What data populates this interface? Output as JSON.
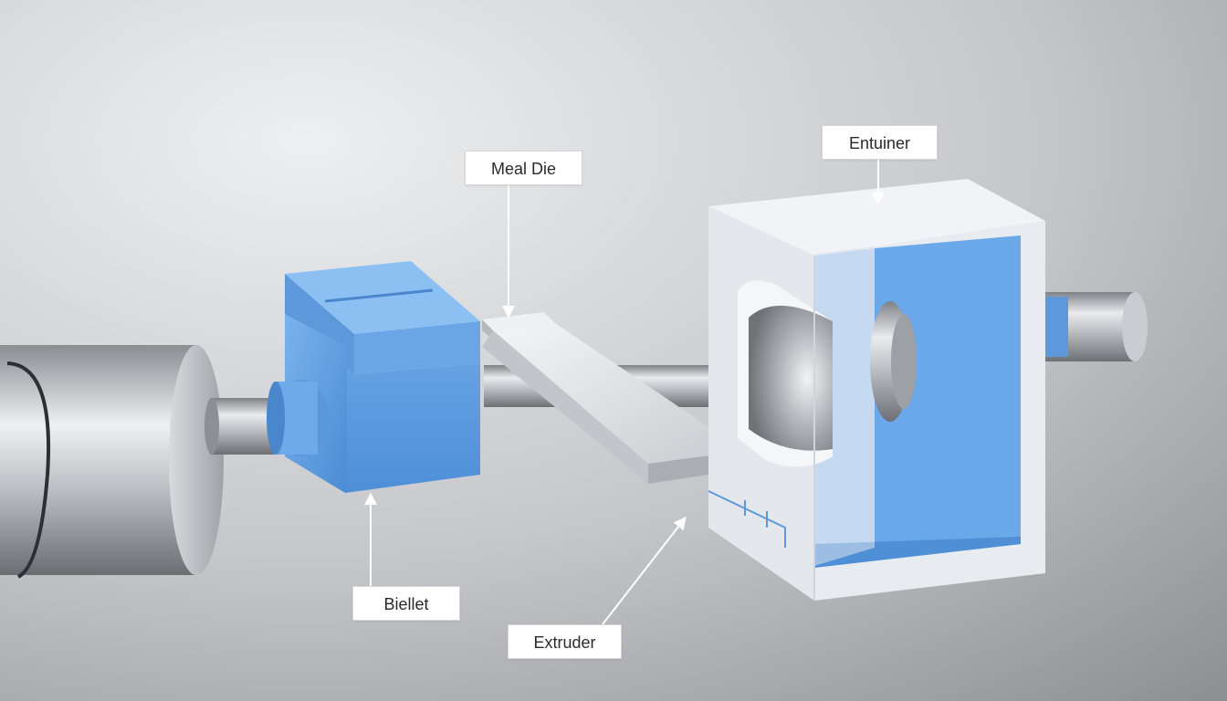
{
  "labels": {
    "meal_die": "Meal Die",
    "entuiner": "Entuiner",
    "biellet": "Biellet",
    "extruder": "Extruder"
  },
  "colors": {
    "background_light": "#e6e7e9",
    "background_dark": "#8f9193",
    "blue_part": "#6aa6e6",
    "blue_dark": "#4f8fd6",
    "steel": "#c9ccd0",
    "container_shell": "#e9eef3",
    "label_bg": "#ffffff",
    "pointer_line": "#ffffff"
  },
  "icons": {
    "ram_cylinder": "steel-cylinder-icon",
    "billet_block": "blue-block-icon",
    "die_bar": "flat-bar-icon",
    "container_box": "cutaway-box-icon"
  }
}
